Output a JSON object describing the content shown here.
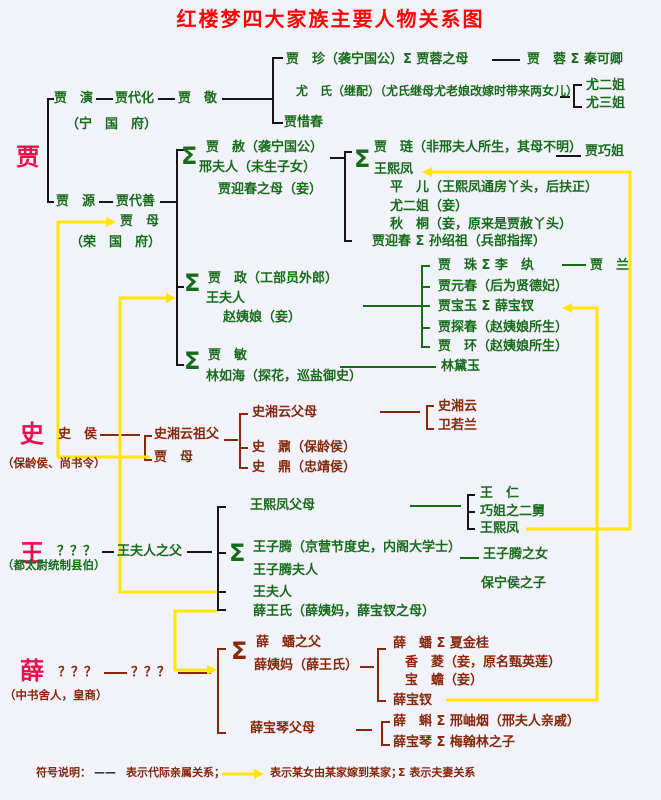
{
  "title": "红楼梦四大家族主要人物关系图",
  "colors": {
    "bg": "#f2f2fb",
    "titlered": "#fb0505",
    "famred": "#e8104a",
    "green": "#176c1a",
    "maroon": "#86280a",
    "black": "#161616",
    "yellow": "#ffe606"
  },
  "sym": {
    "sigma": "Σ"
  },
  "jia": {
    "label": "贾",
    "jiayan": "贾　演",
    "jiadaihua": "贾代化",
    "jiajing": "贾　敬",
    "ningguofu": "（宁　国　府）",
    "jiazhen": "贾　珍（袭宁国公）Σ 贾蓉之母",
    "jiarong": "贾　蓉 Σ 秦可卿",
    "youshi": "尤　氏（继配）（尤氏继母尤老娘改嫁时带来两女儿）",
    "youerjie": "尤二姐",
    "yousanjie": "尤三姐",
    "jiaxichun": "贾惜春",
    "jiayuan": "贾　源",
    "jiadaishan": "贾代善",
    "jiamu": "贾　母",
    "rongguofu": "（荣　国　府）",
    "jiashe": "贾　赦（袭宁国公）",
    "xingfuren": "邢夫人（未生子女）",
    "jiayingchun_mu": "贾迎春之母（妾）",
    "jialian": "贾　琏（非邢夫人所生，其母不明）",
    "wangxifeng": "王熙凤",
    "jiaqiaojie": "贾巧姐",
    "pinger": "平　儿（王熙凤通房丫头，后扶正）",
    "youerjie_qie": "尤二姐（妾）",
    "qiutong": "秋　桐（妾，原来是贾赦丫头）",
    "jiayingchun": "贾迎春 Σ 孙绍祖（兵部指挥）",
    "jiazheng": "贾　政（工部员外郎）",
    "wangfuren": "王夫人",
    "zhaoyiniang": "赵姨娘（妾）",
    "jiamin": "贾　敏",
    "linruhai": "林如海（探花，巡盐御史）",
    "jiazhu": "贾　珠 Σ 李　纨",
    "jialan": "贾　兰",
    "jiayuanchun": "贾元春（后为贤德妃）",
    "jiabaoyu": "贾宝玉 Σ 薛宝钗",
    "jiatanchun": "贾探春（赵姨娘所生）",
    "jiahuan": "贾　环（赵姨娘所生）",
    "lindaiyu": "林黛玉"
  },
  "shi": {
    "label": "史",
    "shihou": "史　侯",
    "title_note": "（保龄侯、尚书令）",
    "zufu": "史湘云祖父",
    "jiamu": "贾　母",
    "fumu": "史湘云父母",
    "shinai": "史　鼐（保龄侯）",
    "shiding": "史　鼎（忠靖侯）",
    "shixiangyun": "史湘云",
    "weiruolan": "卫若兰"
  },
  "wang": {
    "label": "王",
    "qqq": "？？？",
    "wffz": "王夫人之父",
    "title_note": "（都太尉统制县伯）",
    "wxf_fumu": "王熙凤父母",
    "wangziteng": "王子腾（京营节度史，内阁大学士）",
    "wzt_furen": "王子腾夫人",
    "wangfuren": "王夫人",
    "xuewangshi": "薛王氏（薛姨妈，薛宝钗之母）",
    "wangren": "王　仁",
    "qiaojie_ejiu": "巧姐之二舅",
    "wangxifeng": "王熙凤",
    "wzt_nv": "王子腾之女",
    "baoninghou_zi": "保宁侯之子"
  },
  "xue": {
    "label": "薛",
    "qqq1": "？？？",
    "qqq2": "？？？",
    "title_note": "（中书舍人，皇商）",
    "xuepan_fu": "薛　蟠之父",
    "xueyima": "薛姨妈（薛王氏）",
    "xuebaoqin_fumu": "薛宝琴父母",
    "xuepan": "薛　蟠 Σ 夏金桂",
    "xiangling": "香　菱（妾，原名甄英莲）",
    "baochan": "宝　蟾（妾）",
    "xuebaochai": "薛宝钗",
    "xueke": "薛　蝌 Σ 邢岫烟（邢夫人亲戚）",
    "xuebaoqin": "薛宝琴 Σ 梅翰林之子"
  },
  "legend": {
    "prefix": "符号说明：",
    "dash": "——",
    "generation": "表示代际亲属关系；",
    "marriage": "表示某女由某家嫁到某家；",
    "spouse": "Σ 表示夫妻关系"
  }
}
